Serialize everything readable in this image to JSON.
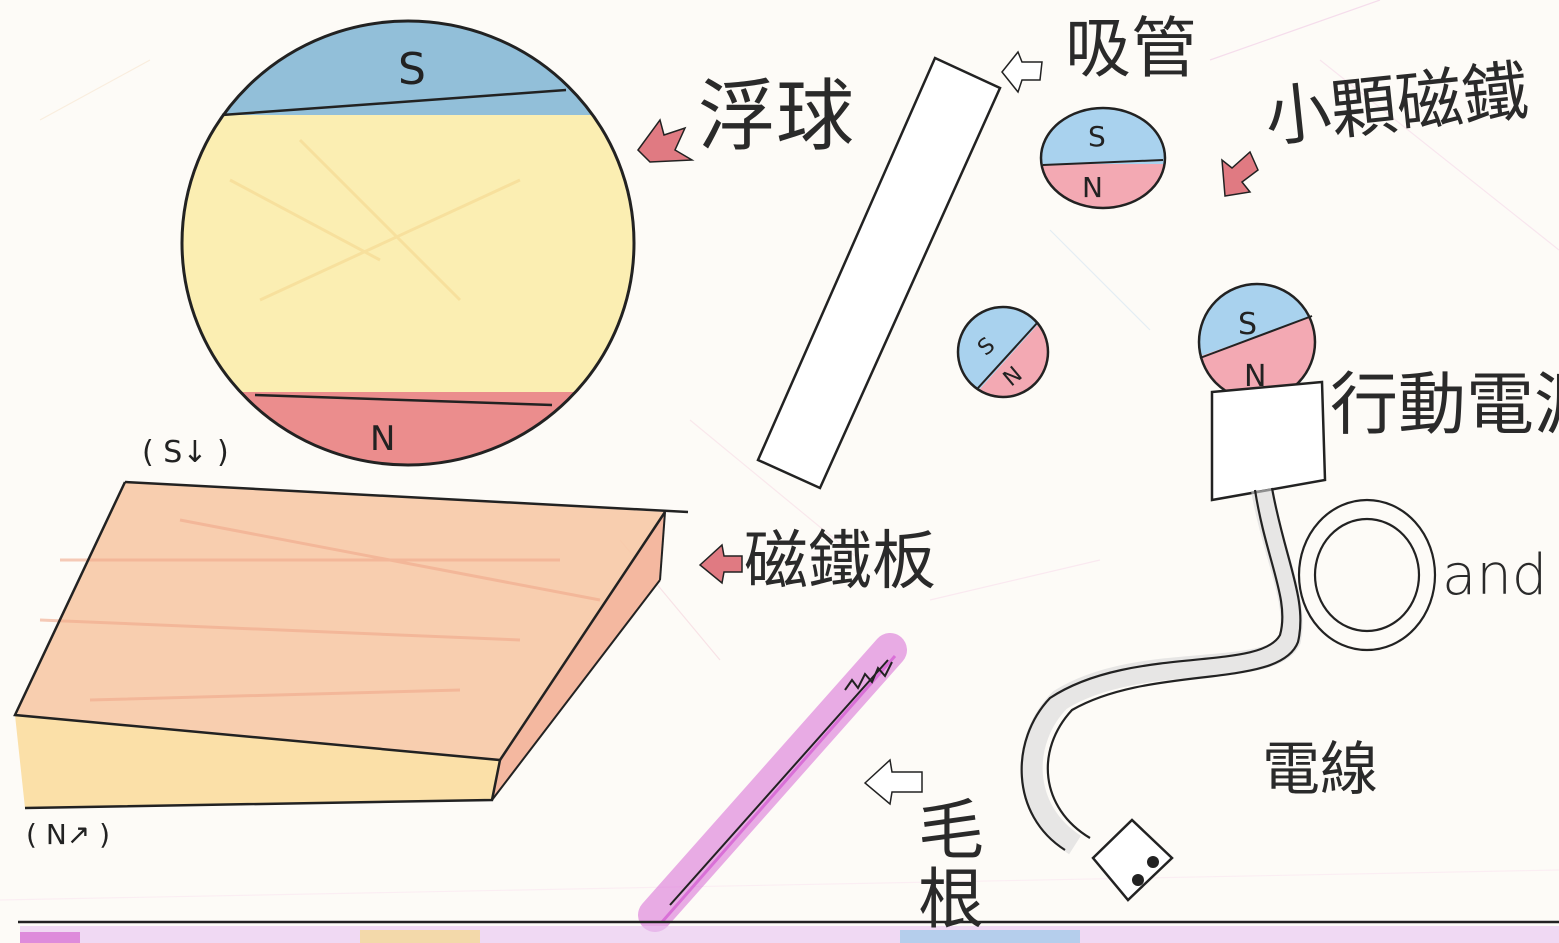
{
  "labels": {
    "float_ball": "浮球",
    "straw": "吸管",
    "small_magnet": "小顆磁鐵",
    "magnet_board": "磁鐵板",
    "power_bank": "行動電源",
    "and": "and",
    "wire": "電線",
    "pipe_cleaner": "毛根"
  },
  "poles": {
    "south": "S",
    "north": "N",
    "board_top": "( S↓ )",
    "board_bottom": "( N↗ )"
  },
  "colors": {
    "south_pole": "#7fb6df",
    "north_pole": "#e77b86",
    "ball_body": "#fbeeb2",
    "board_top": "#f7c9a6",
    "board_side": "#f4b8a0",
    "pipe_cleaner": "#d86ad6",
    "arrow": "#e07a82",
    "outline": "#222222"
  },
  "icons": {
    "pointer": "pointer-arrow-icon"
  }
}
